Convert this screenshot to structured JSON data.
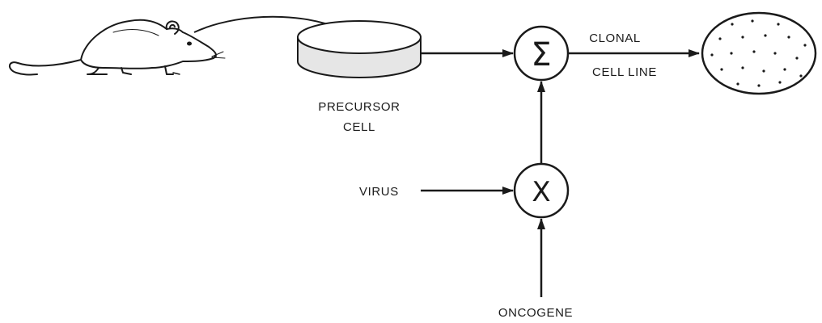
{
  "labels": {
    "precursor_line1": "PRECURSOR",
    "precursor_line2": "CELL",
    "clonal_line1": "CLONAL",
    "clonal_line2": "CELL LINE",
    "virus": "VIRUS",
    "oncogene": "ONCOGENE"
  },
  "nodes": {
    "sum_symbol": "Σ",
    "multiply_symbol": "X"
  },
  "icons": {
    "source_animal": "rat-icon",
    "precursor_dish": "petri-dish-icon",
    "clonal_culture": "cell-culture-oval-icon"
  },
  "colors": {
    "ink": "#1a1a1a",
    "background": "#ffffff",
    "dish_side": "#e6e6e6"
  }
}
